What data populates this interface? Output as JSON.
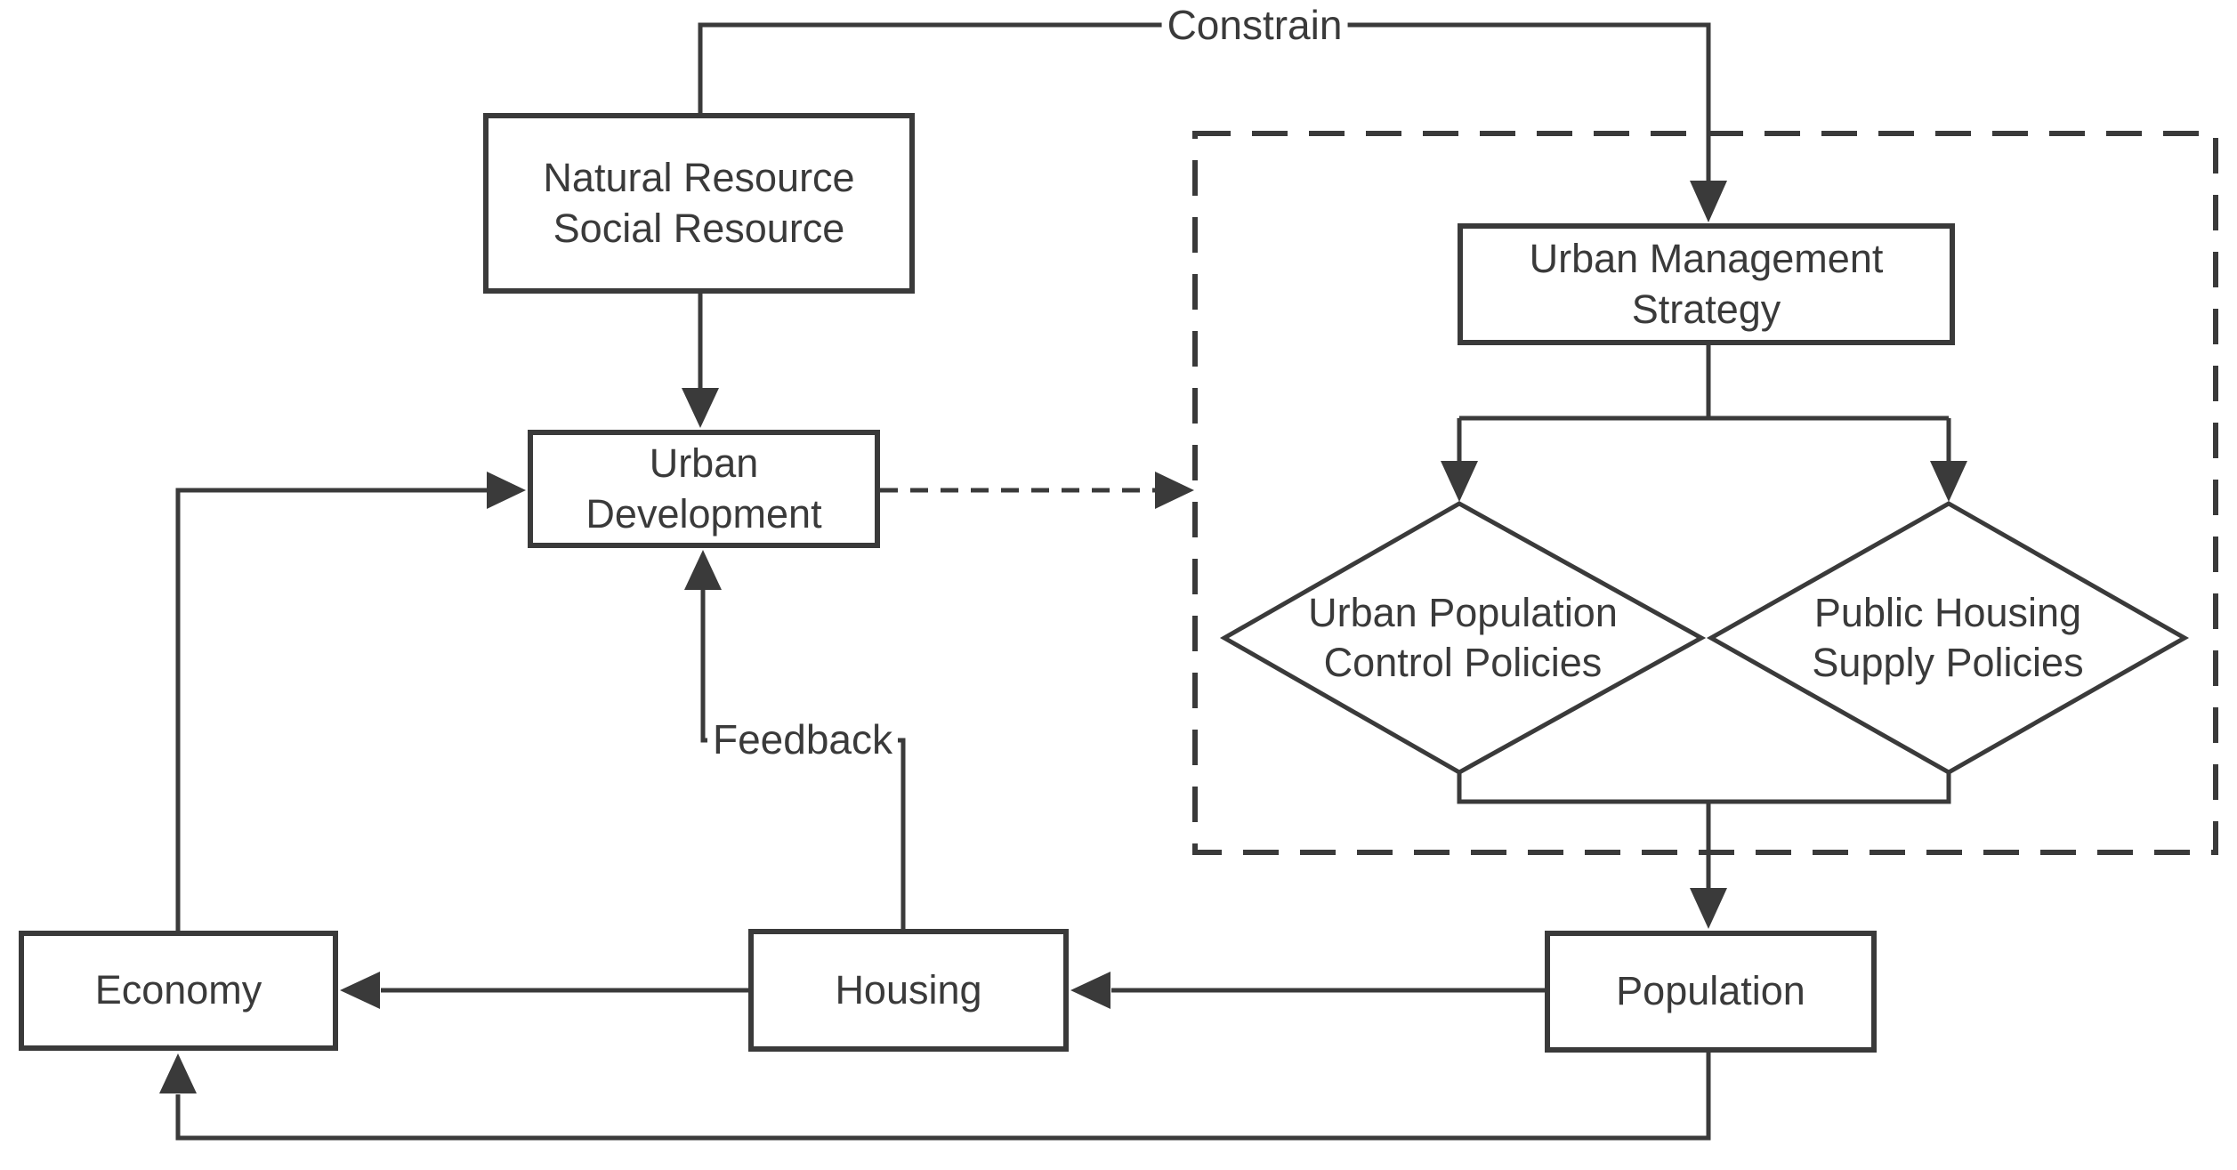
{
  "diagram": {
    "type": "flowchart",
    "nodes": {
      "natural_resource": {
        "label": "Natural Resource\nSocial Resource",
        "shape": "rectangle"
      },
      "urban_development": {
        "label": "Urban\nDevelopment",
        "shape": "rectangle"
      },
      "urban_management_strategy": {
        "label": "Urban Management\nStrategy",
        "shape": "rectangle"
      },
      "urban_population_control_policies": {
        "label": "Urban Population\nControl Policies",
        "shape": "diamond"
      },
      "public_housing_supply_policies": {
        "label": "Public Housing\nSupply Policies",
        "shape": "diamond"
      },
      "economy": {
        "label": "Economy",
        "shape": "rectangle"
      },
      "housing": {
        "label": "Housing",
        "shape": "rectangle"
      },
      "population": {
        "label": "Population",
        "shape": "rectangle"
      }
    },
    "edge_labels": {
      "constrain": "Constrain",
      "feedback": "Feedback"
    },
    "edges": [
      "Natural Resource Social Resource -> Urban Development",
      "Natural Resource Social Resource -> Urban Management Strategy (Constrain)",
      "Urban Development -> policy region (dashed)",
      "Urban Management Strategy -> Urban Population Control Policies",
      "Urban Management Strategy -> Public Housing Supply Policies",
      "policy diamonds -> Population",
      "Population -> Housing",
      "Housing -> Economy",
      "Population -> Economy (bottom loop)",
      "Economy -> Urban Development (left loop)",
      "Housing -> Urban Development (Feedback)"
    ],
    "colors": {
      "line": "#3a3a3a",
      "text": "#3a3a3a",
      "background": "#ffffff"
    }
  }
}
